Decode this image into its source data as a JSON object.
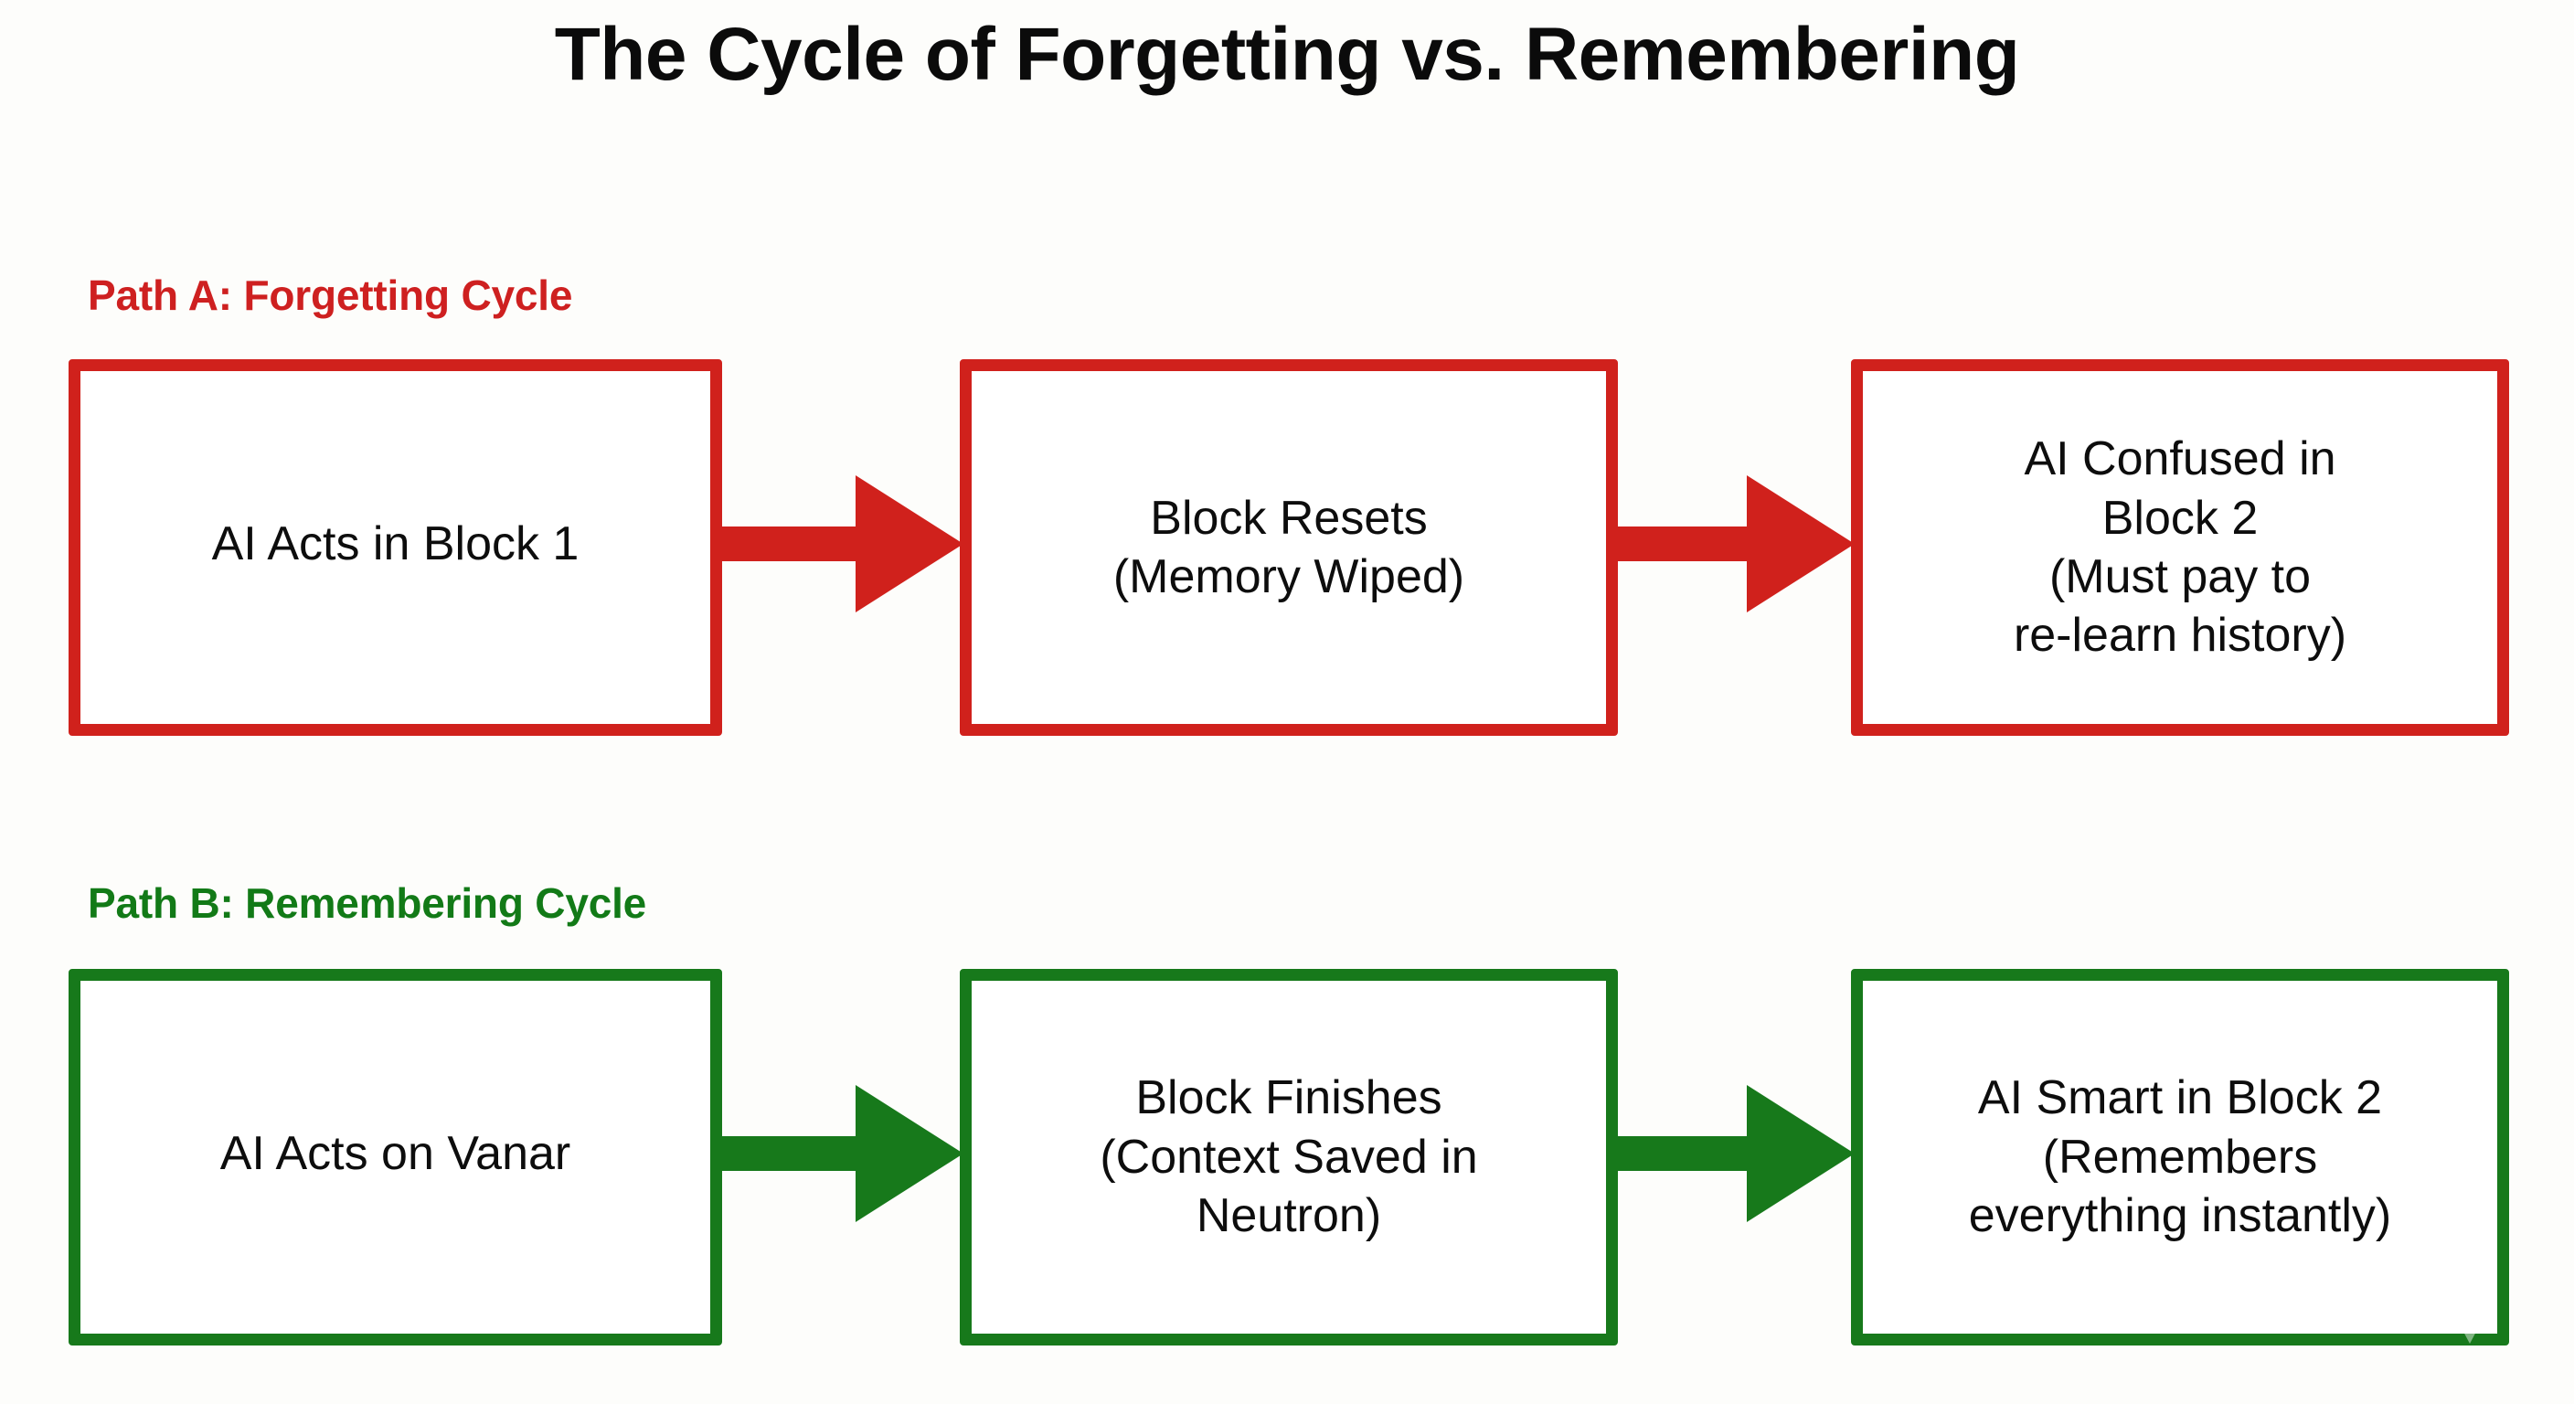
{
  "page": {
    "title": "The Cycle of Forgetting vs. Remembering",
    "background_color": "#FDFDFB"
  },
  "colors": {
    "red": "#D0211C",
    "red_text": "#CE2020",
    "green": "#17791B",
    "green_text": "#127A17",
    "box_fill": "#FFFFFF",
    "text": "#0D0D0D"
  },
  "paths": [
    {
      "id": "path-a",
      "label": "Path A: Forgetting Cycle",
      "color": "#CE2020",
      "steps": [
        {
          "id": "a1",
          "lines": [
            "AI Acts in Block 1"
          ]
        },
        {
          "id": "a2",
          "lines": [
            "Block Resets",
            "(Memory Wiped)"
          ]
        },
        {
          "id": "a3",
          "lines": [
            "AI Confused in",
            "Block 2",
            "(Must pay to",
            "re-learn history)"
          ]
        }
      ],
      "connectors": [
        {
          "id": "arrow-a1",
          "kind": "block-arrow-right",
          "from": "a1",
          "to": "a2",
          "color": "#D0211C"
        },
        {
          "id": "arrow-a2",
          "kind": "block-arrow-right",
          "from": "a2",
          "to": "a3",
          "color": "#D0211C"
        }
      ]
    },
    {
      "id": "path-b",
      "label": "Path B: Remembering Cycle",
      "color": "#127A17",
      "steps": [
        {
          "id": "b1",
          "lines": [
            "AI Acts on Vanar"
          ]
        },
        {
          "id": "b2",
          "lines": [
            "Block Finishes",
            "(Context Saved in",
            "Neutron)"
          ]
        },
        {
          "id": "b3",
          "lines": [
            "AI Smart in Block 2",
            "(Remembers",
            "everything instantly)"
          ]
        }
      ],
      "connectors": [
        {
          "id": "arrow-b1",
          "kind": "block-arrow-right",
          "from": "b1",
          "to": "b2",
          "color": "#17791B"
        },
        {
          "id": "arrow-b2",
          "kind": "block-arrow-right",
          "from": "b2",
          "to": "b3",
          "color": "#17791B"
        }
      ]
    }
  ],
  "watermark": {
    "name": "corner-chevron-watermark",
    "visible": true
  }
}
